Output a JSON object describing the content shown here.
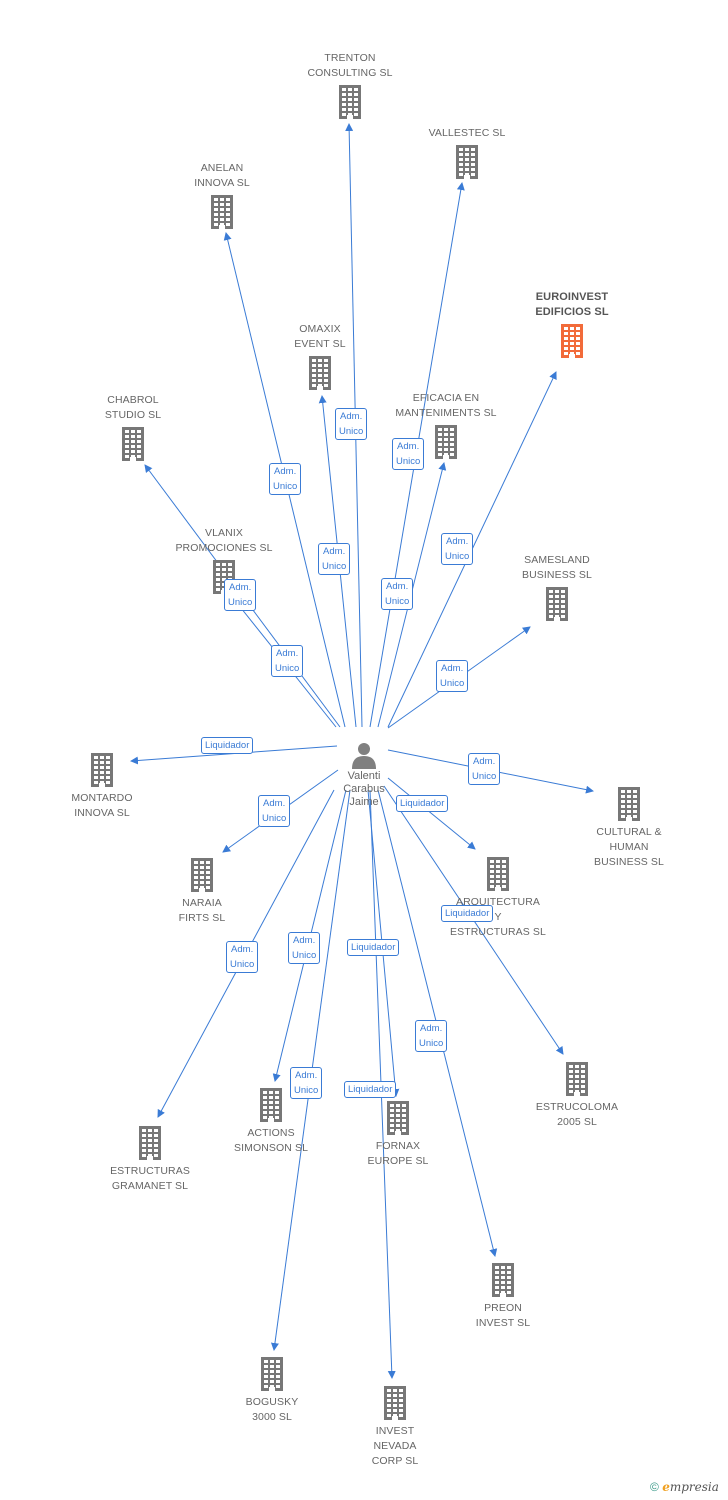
{
  "person": {
    "name": "Valenti\nCarabus\nJaime",
    "icon": "person-icon"
  },
  "companies": [
    {
      "id": "trenton",
      "name": "TRENTON\nCONSULTING SL",
      "icon": "building-icon"
    },
    {
      "id": "vallestec",
      "name": "VALLESTEC SL",
      "icon": "building-icon"
    },
    {
      "id": "anelan",
      "name": "ANELAN\nINNOVA SL",
      "icon": "building-icon"
    },
    {
      "id": "euroinvest",
      "name": "EUROINVEST\nEDIFICIOS SL",
      "icon": "building-icon",
      "highlight": true
    },
    {
      "id": "omaxix",
      "name": "OMAXIX\nEVENT SL",
      "icon": "building-icon"
    },
    {
      "id": "eficacia",
      "name": "EFICACIA EN\nMANTENIMENTS SL",
      "icon": "building-icon"
    },
    {
      "id": "chabrol",
      "name": "CHABROL\nSTUDIO SL",
      "icon": "building-icon"
    },
    {
      "id": "vlanix",
      "name": "VLANIX\nPROMOCIONES SL",
      "icon": "building-icon"
    },
    {
      "id": "samesland",
      "name": "SAMESLAND\nBUSINESS SL",
      "icon": "building-icon"
    },
    {
      "id": "montardo",
      "name": "MONTARDO\nINNOVA SL",
      "icon": "building-icon"
    },
    {
      "id": "cultural",
      "name": "CULTURAL &\nHUMAN\nBUSINESS SL",
      "icon": "building-icon"
    },
    {
      "id": "naraia",
      "name": "NARAIA\nFIRTS SL",
      "icon": "building-icon"
    },
    {
      "id": "arquitectura",
      "name": "ARQUITECTURA\nY\nESTRUCTURAS SL",
      "icon": "building-icon"
    },
    {
      "id": "estrucoloma",
      "name": "ESTRUCOLOMA\n2005 SL",
      "icon": "building-icon"
    },
    {
      "id": "actions",
      "name": "ACTIONS\nSIMONSON SL",
      "icon": "building-icon"
    },
    {
      "id": "fornax",
      "name": "FORNAX\nEUROPE SL",
      "icon": "building-icon"
    },
    {
      "id": "estructuras",
      "name": "ESTRUCTURAS\nGRAMANET SL",
      "icon": "building-icon"
    },
    {
      "id": "preon",
      "name": "PREON\nINVEST SL",
      "icon": "building-icon"
    },
    {
      "id": "bogusky",
      "name": "BOGUSKY\n3000 SL",
      "icon": "building-icon"
    },
    {
      "id": "invest",
      "name": "INVEST\nNEVADA\nCORP SL",
      "icon": "building-icon"
    }
  ],
  "relations": [
    {
      "to": "trenton",
      "label": "Adm.\nUnico"
    },
    {
      "to": "vallestec",
      "label": "Adm.\nUnico"
    },
    {
      "to": "anelan",
      "label": "Adm.\nUnico"
    },
    {
      "to": "euroinvest",
      "label": "Adm.\nUnico"
    },
    {
      "to": "omaxix",
      "label": "Adm.\nUnico"
    },
    {
      "to": "eficacia",
      "label": "Adm.\nUnico"
    },
    {
      "to": "chabrol",
      "label": "Adm.\nUnico"
    },
    {
      "to": "vlanix",
      "label": "Adm.\nUnico"
    },
    {
      "to": "samesland",
      "label": "Adm.\nUnico"
    },
    {
      "to": "montardo",
      "label": "Liquidador"
    },
    {
      "to": "cultural",
      "label": "Adm.\nUnico"
    },
    {
      "to": "naraia",
      "label": "Adm.\nUnico"
    },
    {
      "to": "arquitectura",
      "label": "Liquidador"
    },
    {
      "to": "estrucoloma",
      "label": "Liquidador"
    },
    {
      "to": "actions",
      "label": "Adm.\nUnico"
    },
    {
      "to": "fornax",
      "label": "Liquidador"
    },
    {
      "to": "estructuras",
      "label": "Adm.\nUnico"
    },
    {
      "to": "preon",
      "label": "Adm.\nUnico"
    },
    {
      "to": "bogusky",
      "label": "Adm.\nUnico"
    },
    {
      "to": "invest",
      "label": "Liquidador"
    }
  ],
  "colors": {
    "edge": "#3a7bd5",
    "building": "#777777",
    "highlight": "#f26b3a"
  },
  "footer": {
    "copyright": "©",
    "brand_initial": "e",
    "brand_rest": "mpresia"
  }
}
